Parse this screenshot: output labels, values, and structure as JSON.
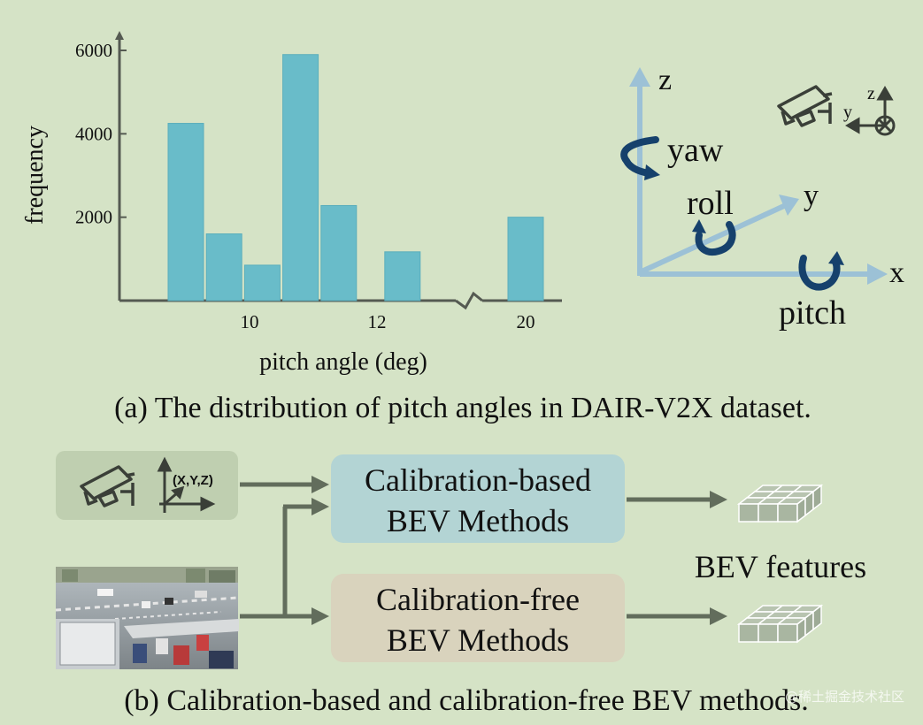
{
  "colors": {
    "background": "#d5e3c6",
    "bar": "#69bcc9",
    "bar_edge": "#5aaebc",
    "axis": "#555a52",
    "light_axis": "#9cc1d6",
    "rotation_arrow": "#16416c",
    "camera_box": "#bfcfb0",
    "calib_based_box": "#b3d4d4",
    "calib_free_box": "#d9d3bd",
    "flow_arrow": "#626d5c",
    "cube_fill": "#b8c4b0",
    "cube_edge": "#ffffff"
  },
  "chart_data": {
    "type": "bar",
    "xlabel": "pitch angle (deg)",
    "ylabel": "frequency",
    "yticks": [
      2000,
      4000,
      6000
    ],
    "xticks": [
      "10",
      "12",
      "20"
    ],
    "ylim": [
      0,
      6000
    ],
    "axis_break": true,
    "bars": [
      {
        "x": 9.0,
        "value": 4250
      },
      {
        "x": 9.6,
        "value": 1600
      },
      {
        "x": 10.2,
        "value": 850
      },
      {
        "x": 10.8,
        "value": 5900
      },
      {
        "x": 11.4,
        "value": 2280
      },
      {
        "x": 12.4,
        "value": 1170
      },
      {
        "x": 20.0,
        "value": 2000
      }
    ]
  },
  "axes3d": {
    "z_label": "z",
    "y_label": "y",
    "x_label": "x",
    "yaw_label": "yaw",
    "roll_label": "roll",
    "pitch_label": "pitch",
    "camera_y_label": "y",
    "camera_z_label": "z"
  },
  "captions": {
    "a": "(a) The distribution of pitch angles in DAIR-V2X dataset.",
    "b": "(b) Calibration-based and calibration-free BEV methods."
  },
  "pipeline": {
    "coord_label": "(X,Y,Z)",
    "based_line1": "Calibration-based",
    "based_line2": "BEV Methods",
    "free_line1": "Calibration-free",
    "free_line2": "BEV Methods",
    "features_label": "BEV features"
  },
  "watermark": "@稀土掘金技术社区"
}
